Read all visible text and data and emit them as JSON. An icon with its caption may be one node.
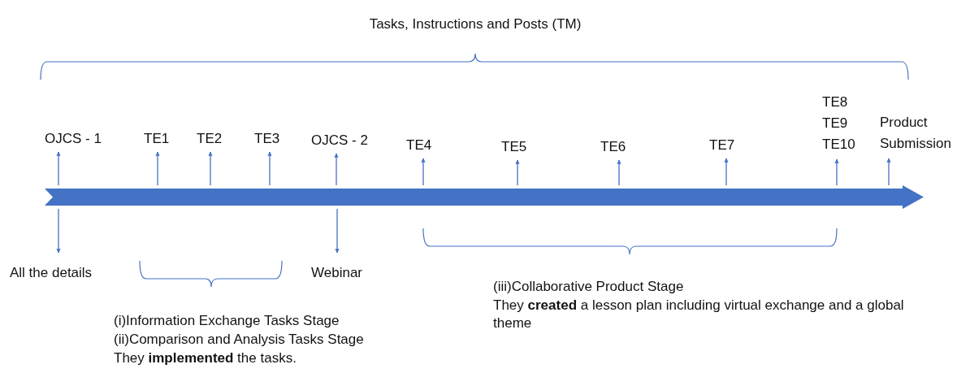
{
  "diagram": {
    "nodes": [
      {
        "text": [
          "OJCS - 1"
        ]
      },
      {
        "text": [
          "TE1"
        ]
      },
      {
        "text": [
          "TE2"
        ]
      },
      {
        "text": [
          "TE3"
        ]
      },
      {
        "text": [
          "OJCS - 2"
        ]
      },
      {
        "text": [
          "TE4"
        ]
      },
      {
        "text": [
          "TE5"
        ]
      },
      {
        "text": [
          "TE6"
        ]
      },
      {
        "text": [
          "TE7"
        ]
      },
      {
        "text": [
          "TE8 TE9 TE10"
        ]
      },
      {
        "text": [
          "Product Submission"
        ]
      },
      {
        "text": [],
        "shape": "arrow"
      },
      {
        "text": [
          "All the details"
        ]
      },
      {
        "text": [
          "Webinar"
        ]
      }
    ],
    "edges": [
      {
        "from": 11,
        "to": 0,
        "arrow": "to"
      },
      {
        "from": 11,
        "to": 1,
        "arrow": "to"
      },
      {
        "from": 11,
        "to": 2,
        "arrow": "to"
      },
      {
        "from": 11,
        "to": 3,
        "arrow": "to"
      },
      {
        "from": 11,
        "to": 4,
        "arrow": "to"
      },
      {
        "from": 11,
        "to": 5,
        "arrow": "to"
      },
      {
        "from": 11,
        "to": 6,
        "arrow": "to"
      },
      {
        "from": 11,
        "to": 7,
        "arrow": "to"
      },
      {
        "from": 11,
        "to": 8,
        "arrow": "to"
      },
      {
        "from": 11,
        "to": 9,
        "arrow": "to"
      },
      {
        "from": 11,
        "to": 10,
        "arrow": "to"
      },
      {
        "from": 11,
        "to": 12,
        "arrow": "to"
      },
      {
        "from": 11,
        "to": 13,
        "arrow": "to"
      }
    ],
    "labels": [
      "Tasks, Instructions and Posts (TM)",
      "(i)Information Exchange Tasks Stage",
      "(ii)Comparison and Analysis Tasks Stage",
      "They **implemented** the tasks.",
      "(iii)Collaborative Product Stage",
      "They **created** a lesson plan including virtual exchange and a global theme"
    ]
  }
}
